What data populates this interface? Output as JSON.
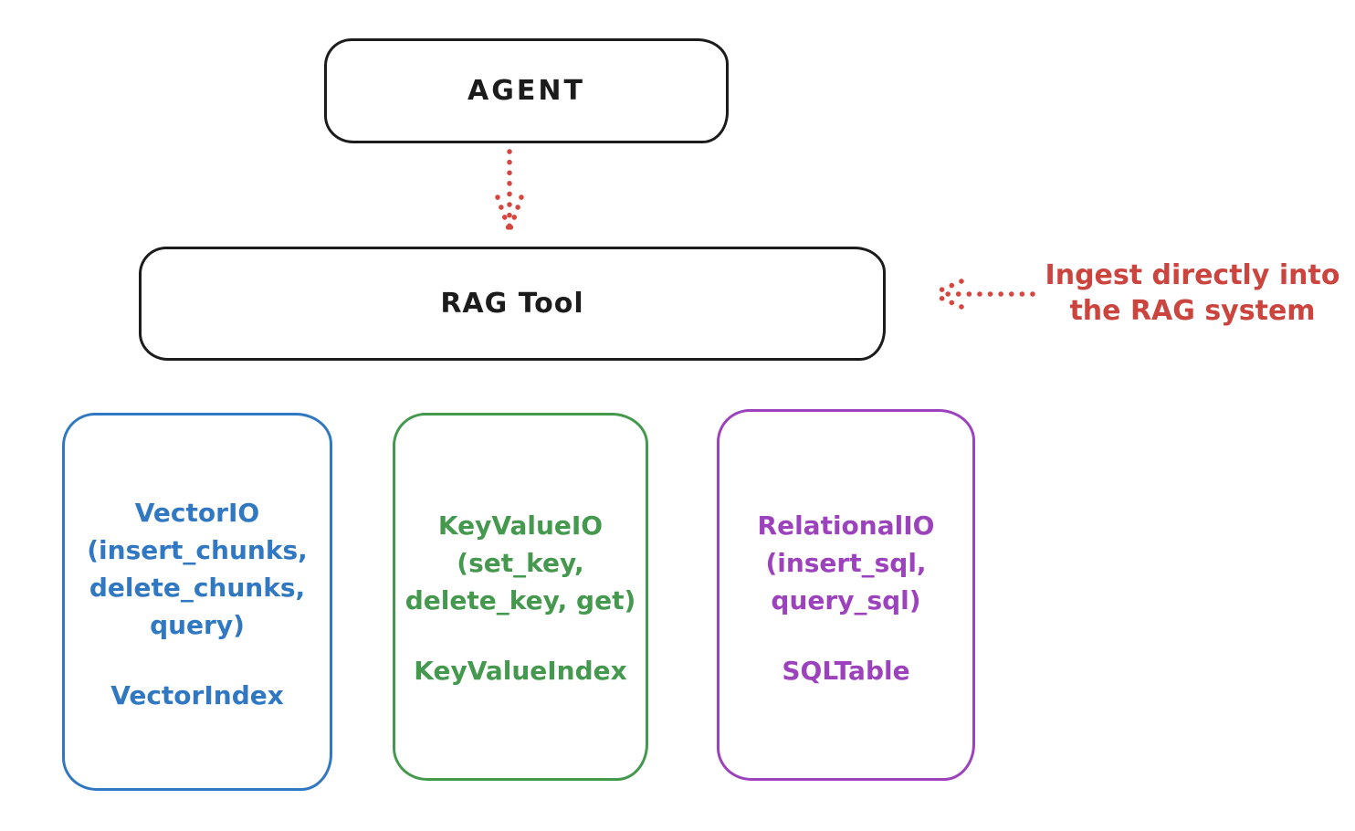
{
  "agent": {
    "label": "AGENT"
  },
  "rag_tool": {
    "label": "RAG Tool"
  },
  "annotation": {
    "line1": "Ingest directly into",
    "line2": "the RAG system"
  },
  "backends": [
    {
      "id": "vector-io",
      "lines": [
        "VectorIO",
        "(insert_chunks,",
        "delete_chunks,",
        "query)"
      ],
      "index": "VectorIndex",
      "color": "#3178c2"
    },
    {
      "id": "keyvalue-io",
      "lines": [
        "KeyValueIO",
        "(set_key,",
        "delete_key, get)"
      ],
      "index": "KeyValueIndex",
      "color": "#44994e"
    },
    {
      "id": "relational-io",
      "lines": [
        "RelationalIO",
        "(insert_sql,",
        "query_sql)"
      ],
      "index": "SQLTable",
      "color": "#9c42bd"
    }
  ],
  "colors": {
    "outline_black": "#1c1c1c",
    "accent_red": "#cc443e",
    "blue": "#3178c2",
    "green": "#44994e",
    "purple": "#9c42bd",
    "background": "#ffffff"
  }
}
